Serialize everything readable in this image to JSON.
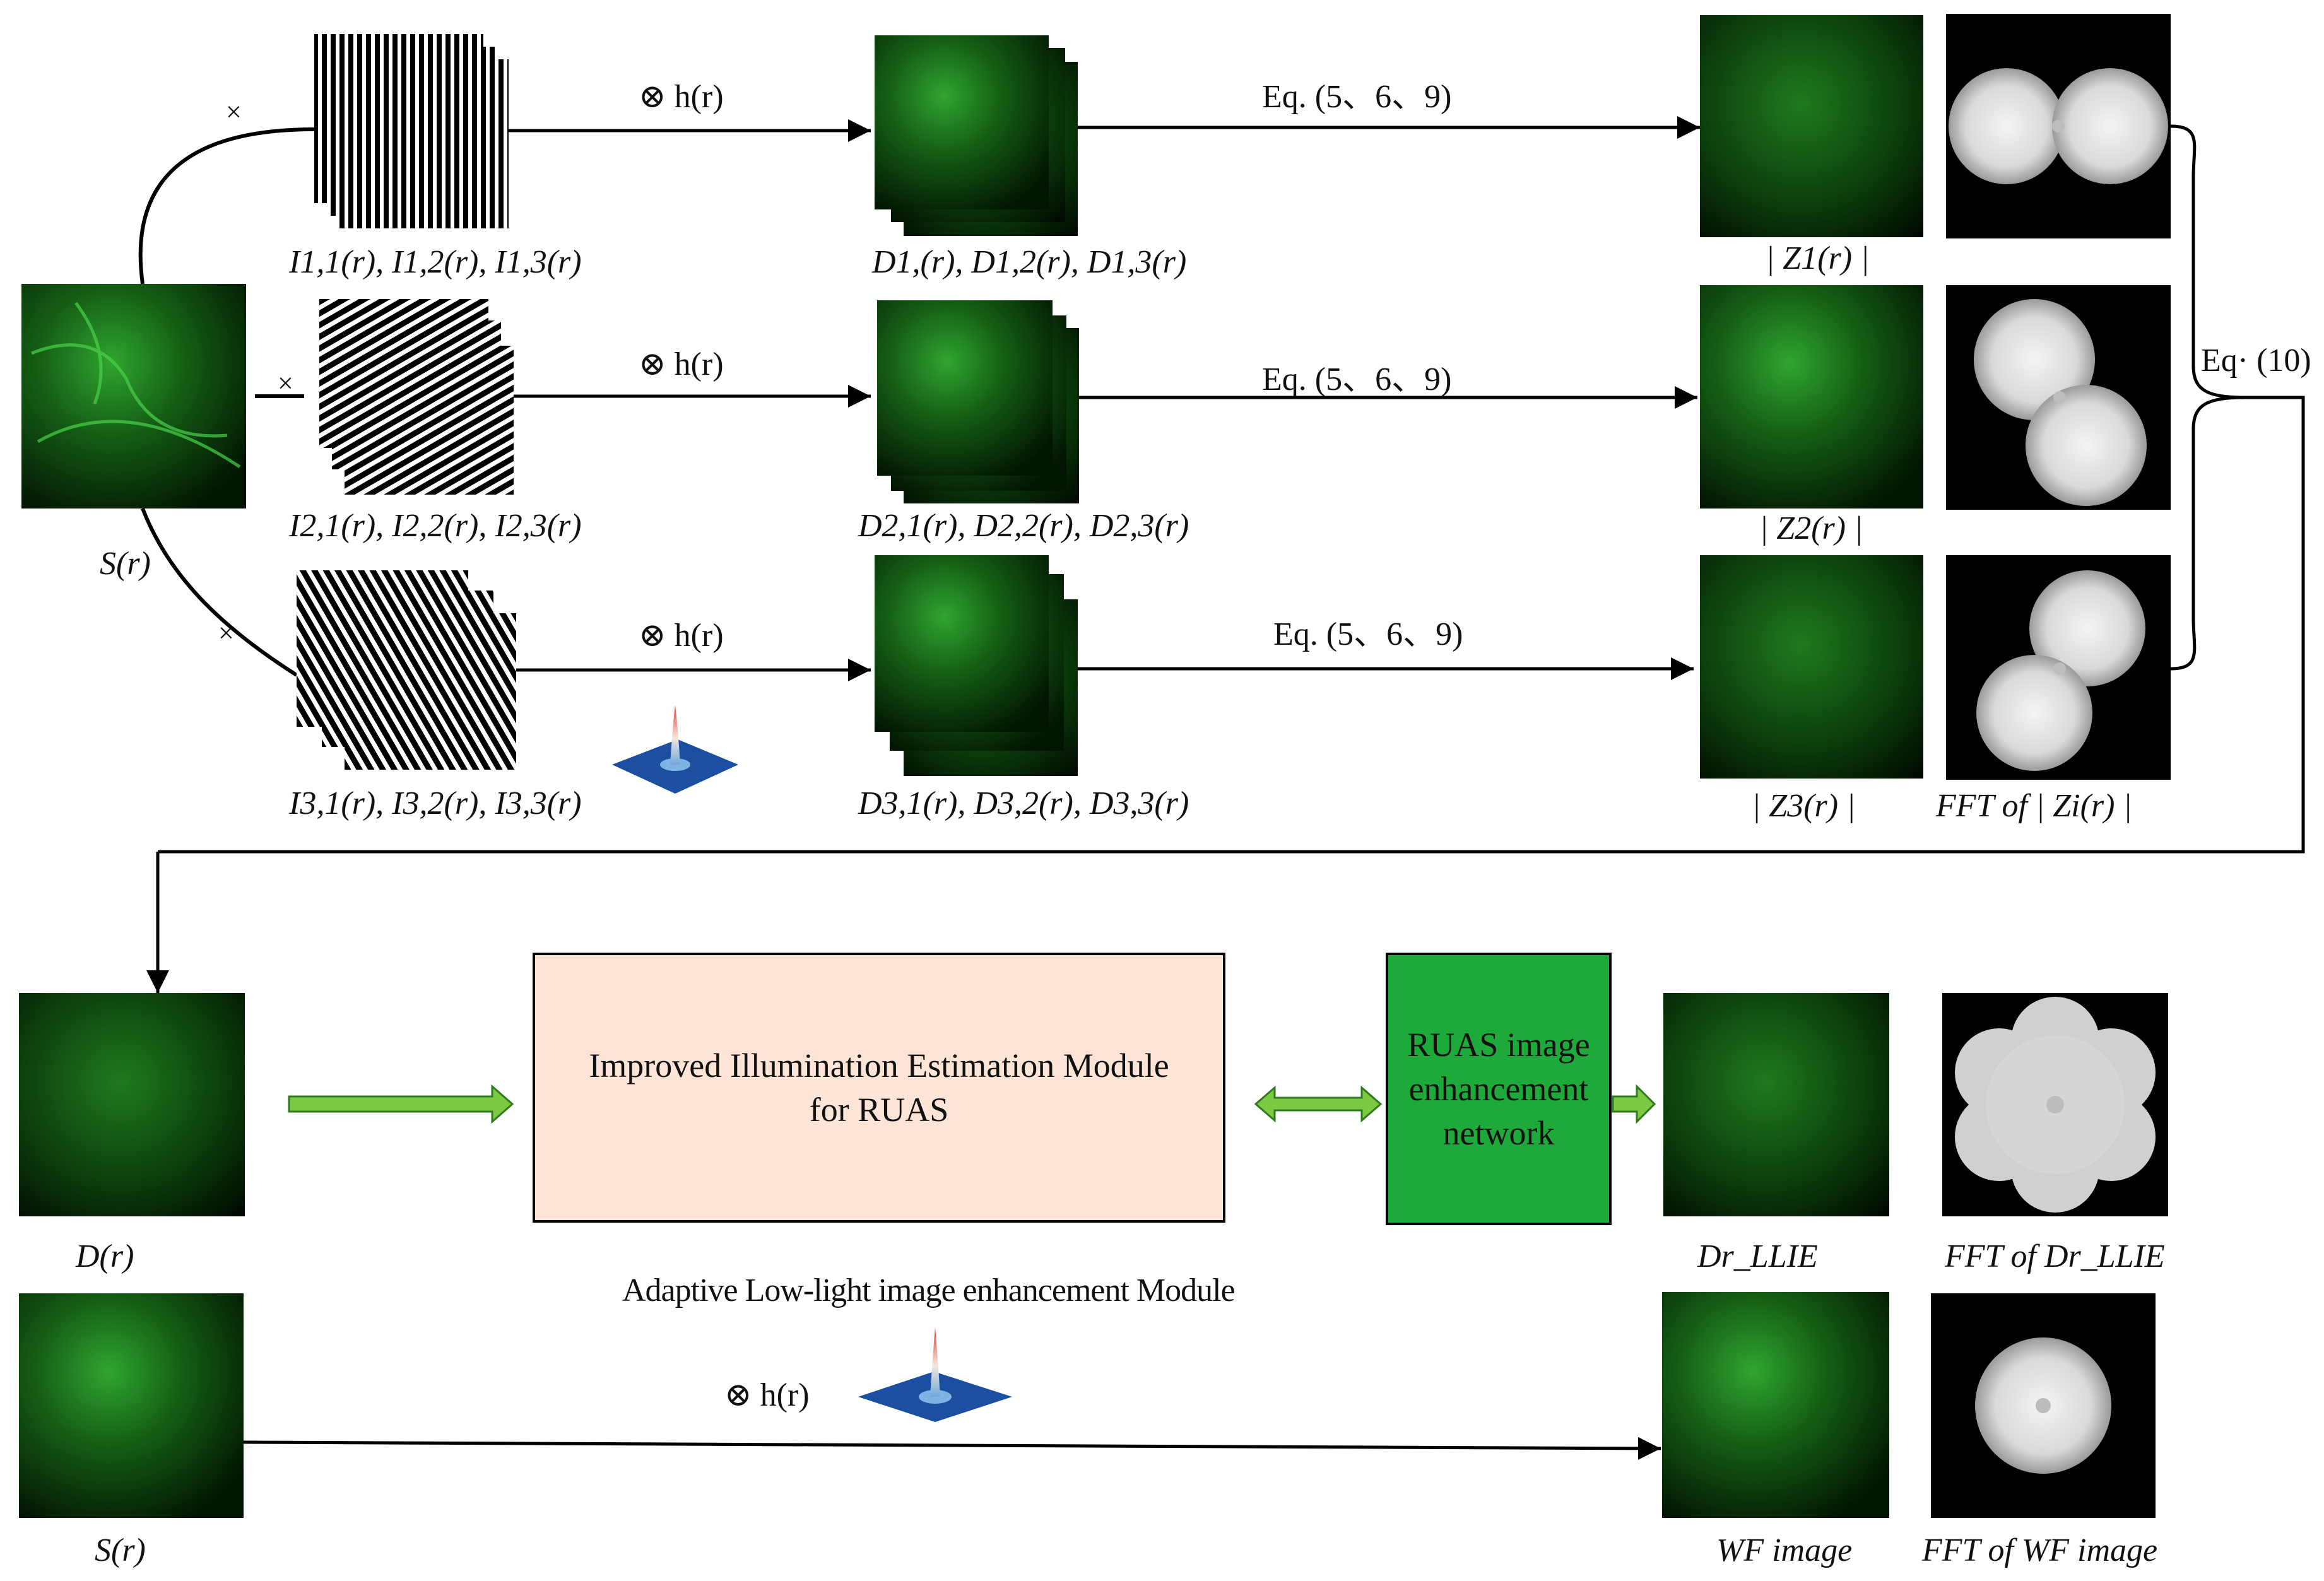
{
  "labels": {
    "input_s": "S(r)",
    "times": "×",
    "conv": "⊗ h(r)",
    "eq_569": "Eq. (5、6、9)",
    "eq_10": "Eq· (10)",
    "I1": "I1,1(r), I1,2(r), I1,3(r)",
    "I2": "I2,1(r), I2,2(r), I2,3(r)",
    "I3": "I3,1(r), I3,2(r), I3,3(r)",
    "D1": "D1,(r), D1,2(r), D1,3(r)",
    "D2": "D2,1(r), D2,2(r), D2,3(r)",
    "D3": "D3,1(r), D3,2(r), D3,3(r)",
    "Z1": "| Z1(r) |",
    "Z2": "| Z2(r) |",
    "Z3": "| Z3(r) |",
    "fft_zi": "FFT of | Zi(r) |",
    "d_r": "D(r)",
    "s_r_bottom": "S(r)",
    "dr_llie": "Dr_LLIE",
    "fft_dr_llie": "FFT of Dr_LLIE",
    "wf_image": "WF image",
    "fft_wf": "FFT of WF image"
  },
  "modules": {
    "illumination_line1": "Improved Illumination Estimation Module",
    "illumination_line2": "for RUAS",
    "ruas_line1": "RUAS image",
    "ruas_line2": "enhancement",
    "ruas_line3": "network",
    "adaptive": "Adaptive Low-light image enhancement Module"
  },
  "colors": {
    "illumination_box": "#fce4d6",
    "ruas_box": "#1daa3a",
    "green_arrow": "#7cc943",
    "fluorescence": "#1a8a1a",
    "psf_base": "#1c4fa0"
  }
}
